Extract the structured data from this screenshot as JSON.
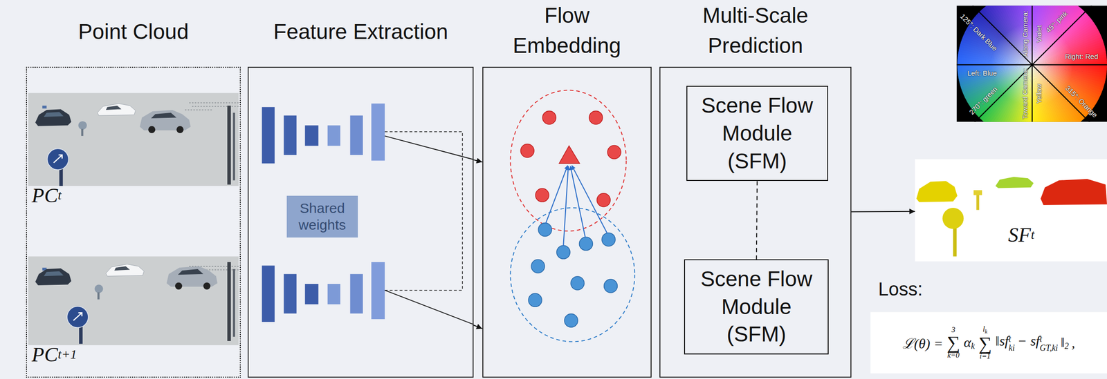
{
  "diagram": {
    "nodes": [
      {
        "text": [
          "Point Cloud"
        ]
      },
      {
        "text": [
          "PC",
          "t"
        ],
        "in": 0
      },
      {
        "text": [
          "PC",
          "t+1"
        ],
        "in": 0
      },
      {
        "text": [
          "Feature Extraction"
        ]
      },
      {
        "text": [
          "Shared weights"
        ],
        "in": 3
      },
      {
        "text": [
          "Flow Embedding"
        ]
      },
      {
        "text": [
          "Multi-Scale Prediction"
        ]
      },
      {
        "text": [
          "Scene Flow Module (SFM)"
        ],
        "in": 6
      },
      {
        "text": [
          "Scene Flow Module (SFM)"
        ],
        "in": 6
      },
      {
        "text": [
          "SF",
          "t"
        ]
      }
    ],
    "edges": [
      {
        "from": 3,
        "to": 5,
        "arrow": "to"
      },
      {
        "from": 3,
        "to": 5,
        "arrow": "to"
      },
      {
        "from": 7,
        "to": 8,
        "arrow": "none"
      },
      {
        "from": 6,
        "to": 9,
        "arrow": "to"
      }
    ],
    "labels": [
      "125°: Dark Blue",
      "Along Camera: Violet",
      "45°: pink",
      "Right: Red",
      "Left: Blue",
      "270°: green",
      "Toward Camera: Yellow",
      "315°: Orange",
      "Loss:",
      "ℒ(θ) =",
      "3",
      "∑",
      "k=0",
      "α",
      "k",
      "l",
      "k",
      "∑",
      "i=1",
      "‖sf",
      "t",
      "ki",
      "− sf",
      "t",
      "GT,ki",
      "‖",
      "2",
      ","
    ]
  }
}
